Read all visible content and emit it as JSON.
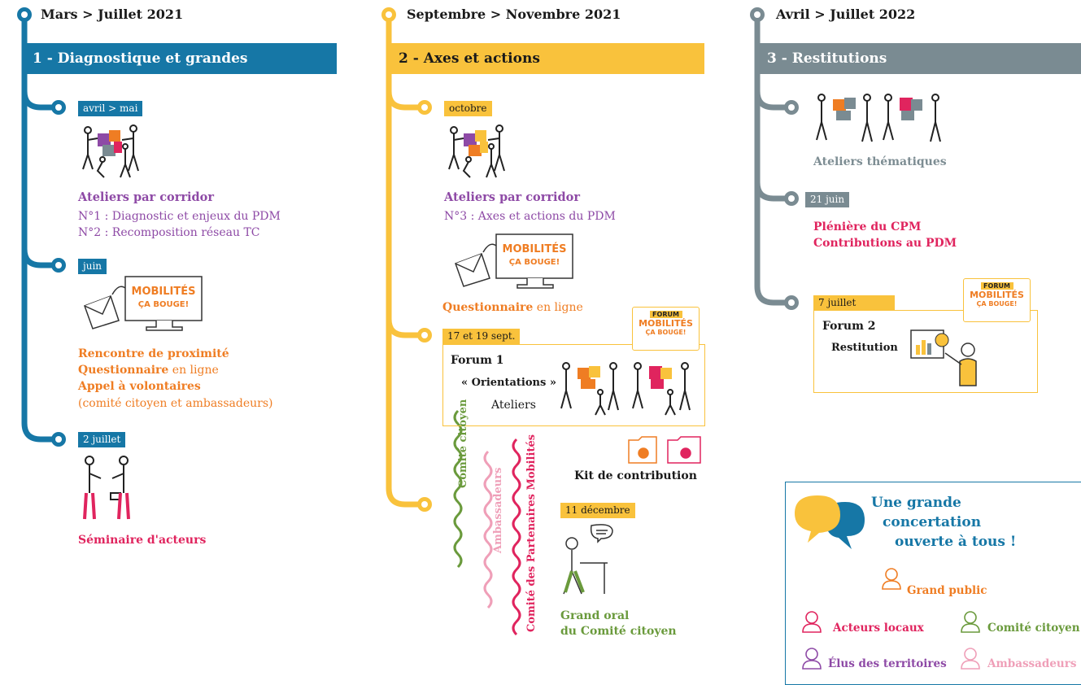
{
  "colors": {
    "blue": "#1677a6",
    "yellow": "#f9c23c",
    "grey": "#7a8b92",
    "purple": "#8e4aa6",
    "orange": "#ef7d23",
    "pink": "#e0245e",
    "green": "#6a9a3c",
    "lightpink": "#ef9fb8"
  },
  "phase1": {
    "period": "Mars > Juillet 2021",
    "title": "1 - Diagnostique et grandes orientations",
    "tag1": "avril > mai",
    "ateliers_title": "Ateliers par corridor",
    "ateliers_l1": "N°1 : Diagnostic et enjeux du PDM",
    "ateliers_l2": "N°2 : Recomposition réseau TC",
    "tag2": "juin",
    "rencontre": "Rencontre de proximité",
    "questionnaire_bold": "Questionnaire",
    "questionnaire_rest": " en ligne",
    "appel": "Appel à volontaires",
    "appel_sub": "(comité citoyen et ambassadeurs)",
    "tag3": "2 juillet",
    "seminaire": "Séminaire d'acteurs"
  },
  "phase2": {
    "period": "Septembre > Novembre 2021",
    "title": "2 - Axes et actions",
    "tag1": "octobre",
    "ateliers_title": "Ateliers par corridor",
    "ateliers_l1": "N°3 : Axes et actions du PDM",
    "questionnaire_bold": "Questionnaire",
    "questionnaire_rest": " en ligne",
    "tag2": "17 et 19 sept.",
    "forum_title": "Forum 1",
    "forum_sub": "« Orientations »",
    "forum_sub2": "Ateliers",
    "kit": "Kit de contribution",
    "committees": [
      "Comité citoyen",
      "Ambassadeurs",
      "Comité des Partenaires Mobilités"
    ],
    "tag3": "11 décembre",
    "oral_l1": "Grand oral",
    "oral_l2": "du Comité citoyen"
  },
  "phase3": {
    "period": "Avril > Juillet 2022",
    "title": "3 - Restitutions",
    "ateliers": "Ateliers thématiques",
    "tag1": "21 juin",
    "pleniere_l1": "Plénière du CPM",
    "pleniere_l2": "Contributions au PDM",
    "tag2": "7 juillet",
    "forum_title": "Forum 2",
    "forum_sub": "Restitution"
  },
  "logo": {
    "l1": "MOBILITÉS",
    "l2": "ÇA BOUGE!",
    "forum": "FORUM"
  },
  "legend": {
    "title_l1": "Une grande",
    "title_l2": "concertation",
    "title_l3": "ouverte à tous !",
    "items": [
      "Grand public",
      "Acteurs locaux",
      "Comité citoyen",
      "Élus des territoires",
      "Ambassadeurs"
    ]
  }
}
